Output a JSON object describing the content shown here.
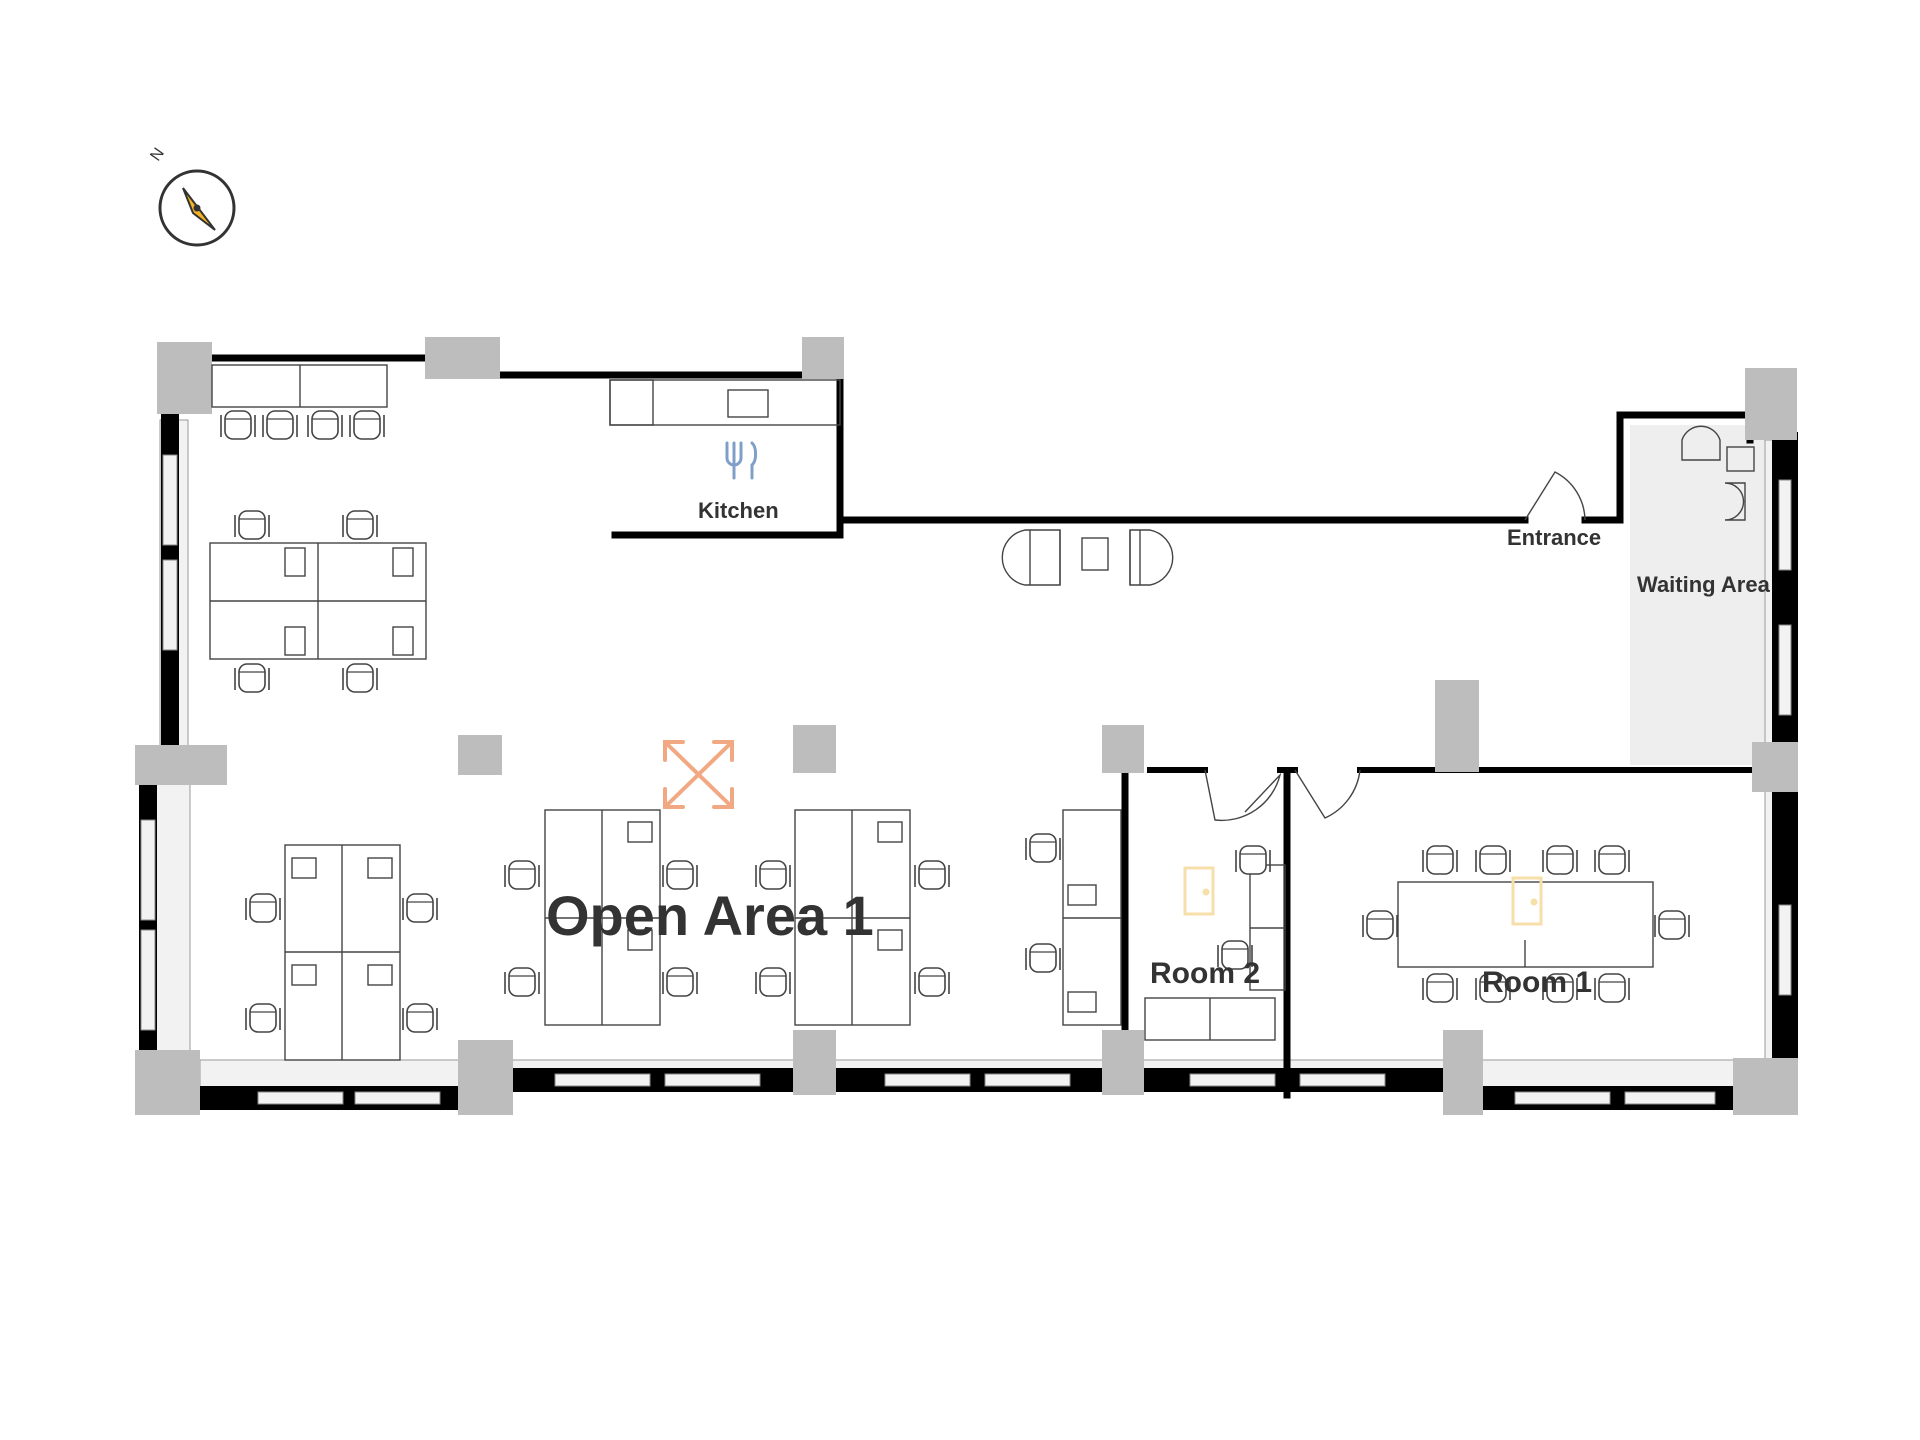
{
  "compass": {
    "north_label": "N",
    "icon": "compass-icon"
  },
  "rooms": {
    "open_area": "Open Area 1",
    "kitchen": "Kitchen",
    "entrance": "Entrance",
    "waiting_area": "Waiting Area",
    "room_2": "Room 2",
    "room_1": "Room 1"
  },
  "icons": {
    "kitchen": "fork-knife-icon",
    "open_area": "expand-arrows-icon",
    "room_2": "door-icon",
    "room_1": "door-icon"
  },
  "colors": {
    "wall": "#000000",
    "column": "#bdbdbd",
    "window": "#f2f2f2",
    "waiting_floor": "#eeeeee",
    "furniture_stroke": "#444444",
    "kitchen_icon": "#7f9fc9",
    "expand_icon": "#f2a882",
    "door_icon": "#f6dfa8",
    "compass_needle": "#f5b324",
    "label": "#333333"
  }
}
